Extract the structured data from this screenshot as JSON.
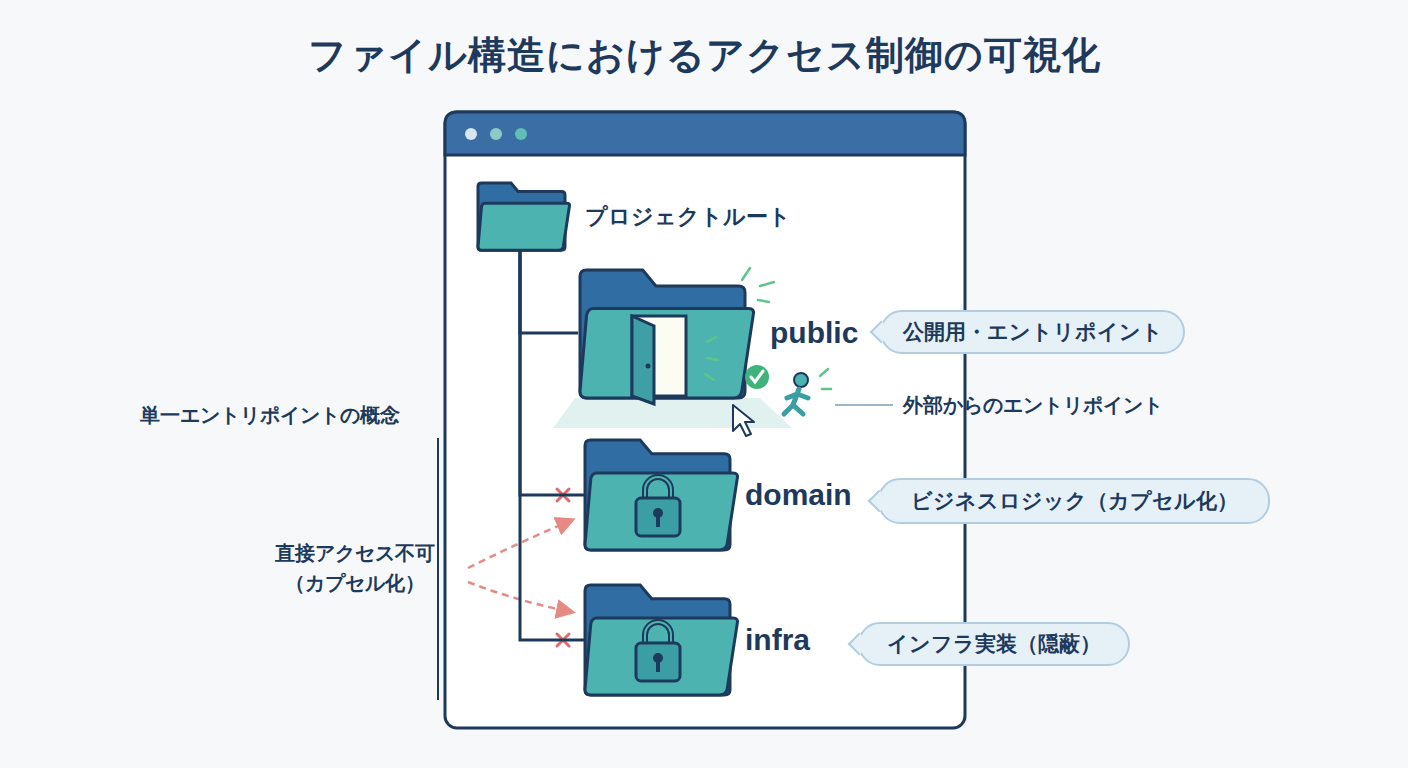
{
  "diagram": {
    "title": "ファイル構造におけるアクセス制御の可視化",
    "nodes": [
      {
        "text": [
          "プロジェクトルート"
        ]
      },
      {
        "text": [
          "public"
        ]
      },
      {
        "text": [
          "公開用・エントリポイント"
        ]
      },
      {
        "text": [
          "domain"
        ]
      },
      {
        "text": [
          "ビジネスロジック（カプセル化）"
        ]
      },
      {
        "text": [
          "infra"
        ]
      },
      {
        "text": [
          "インフラ実装（隠蔽）"
        ]
      }
    ],
    "edges": [
      {
        "from": 0,
        "to": 1,
        "arrow": "none"
      },
      {
        "from": 0,
        "to": 3,
        "arrow": "none"
      },
      {
        "from": 0,
        "to": 5,
        "arrow": "none"
      }
    ],
    "labels": [
      "単一エントリポイントの概念",
      "外部からのエントリポイント",
      "直接アクセス不可 （カプセル化）"
    ]
  }
}
